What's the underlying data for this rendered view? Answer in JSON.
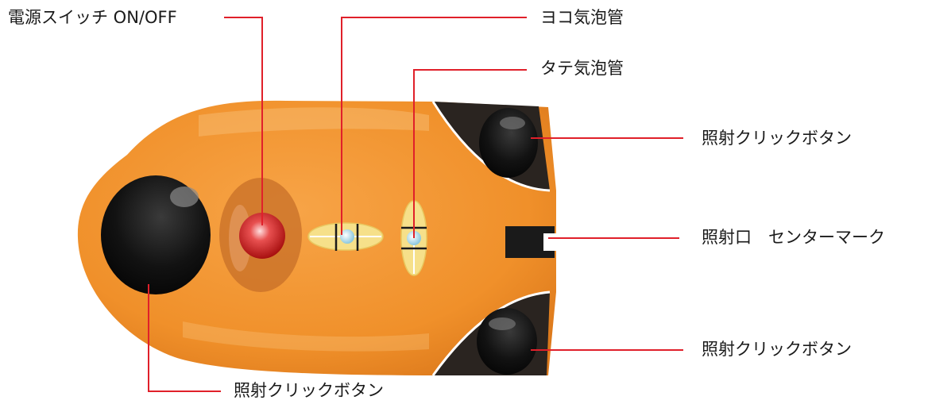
{
  "labels": {
    "power_switch": "電源スイッチ ON/OFF",
    "horizontal_bubble": "ヨコ気泡管",
    "vertical_bubble": "タテ気泡管",
    "click_button_top": "照射クリックボタン",
    "laser_aperture": "照射口　センターマーク",
    "click_button_lower_right": "照射クリックボタン",
    "click_button_bottom": "照射クリックボタン"
  },
  "colors": {
    "body": "#f0902a",
    "body_highlight": "#f7b460",
    "body_shadow": "#d9721a",
    "leader_line": "#e0202a",
    "button_black": "#141414",
    "dark_panel": "#2a2420",
    "vial_yellow": "#f6e08a",
    "bubble_blue": "#a8d8ea",
    "switch_red": "#d02020"
  }
}
